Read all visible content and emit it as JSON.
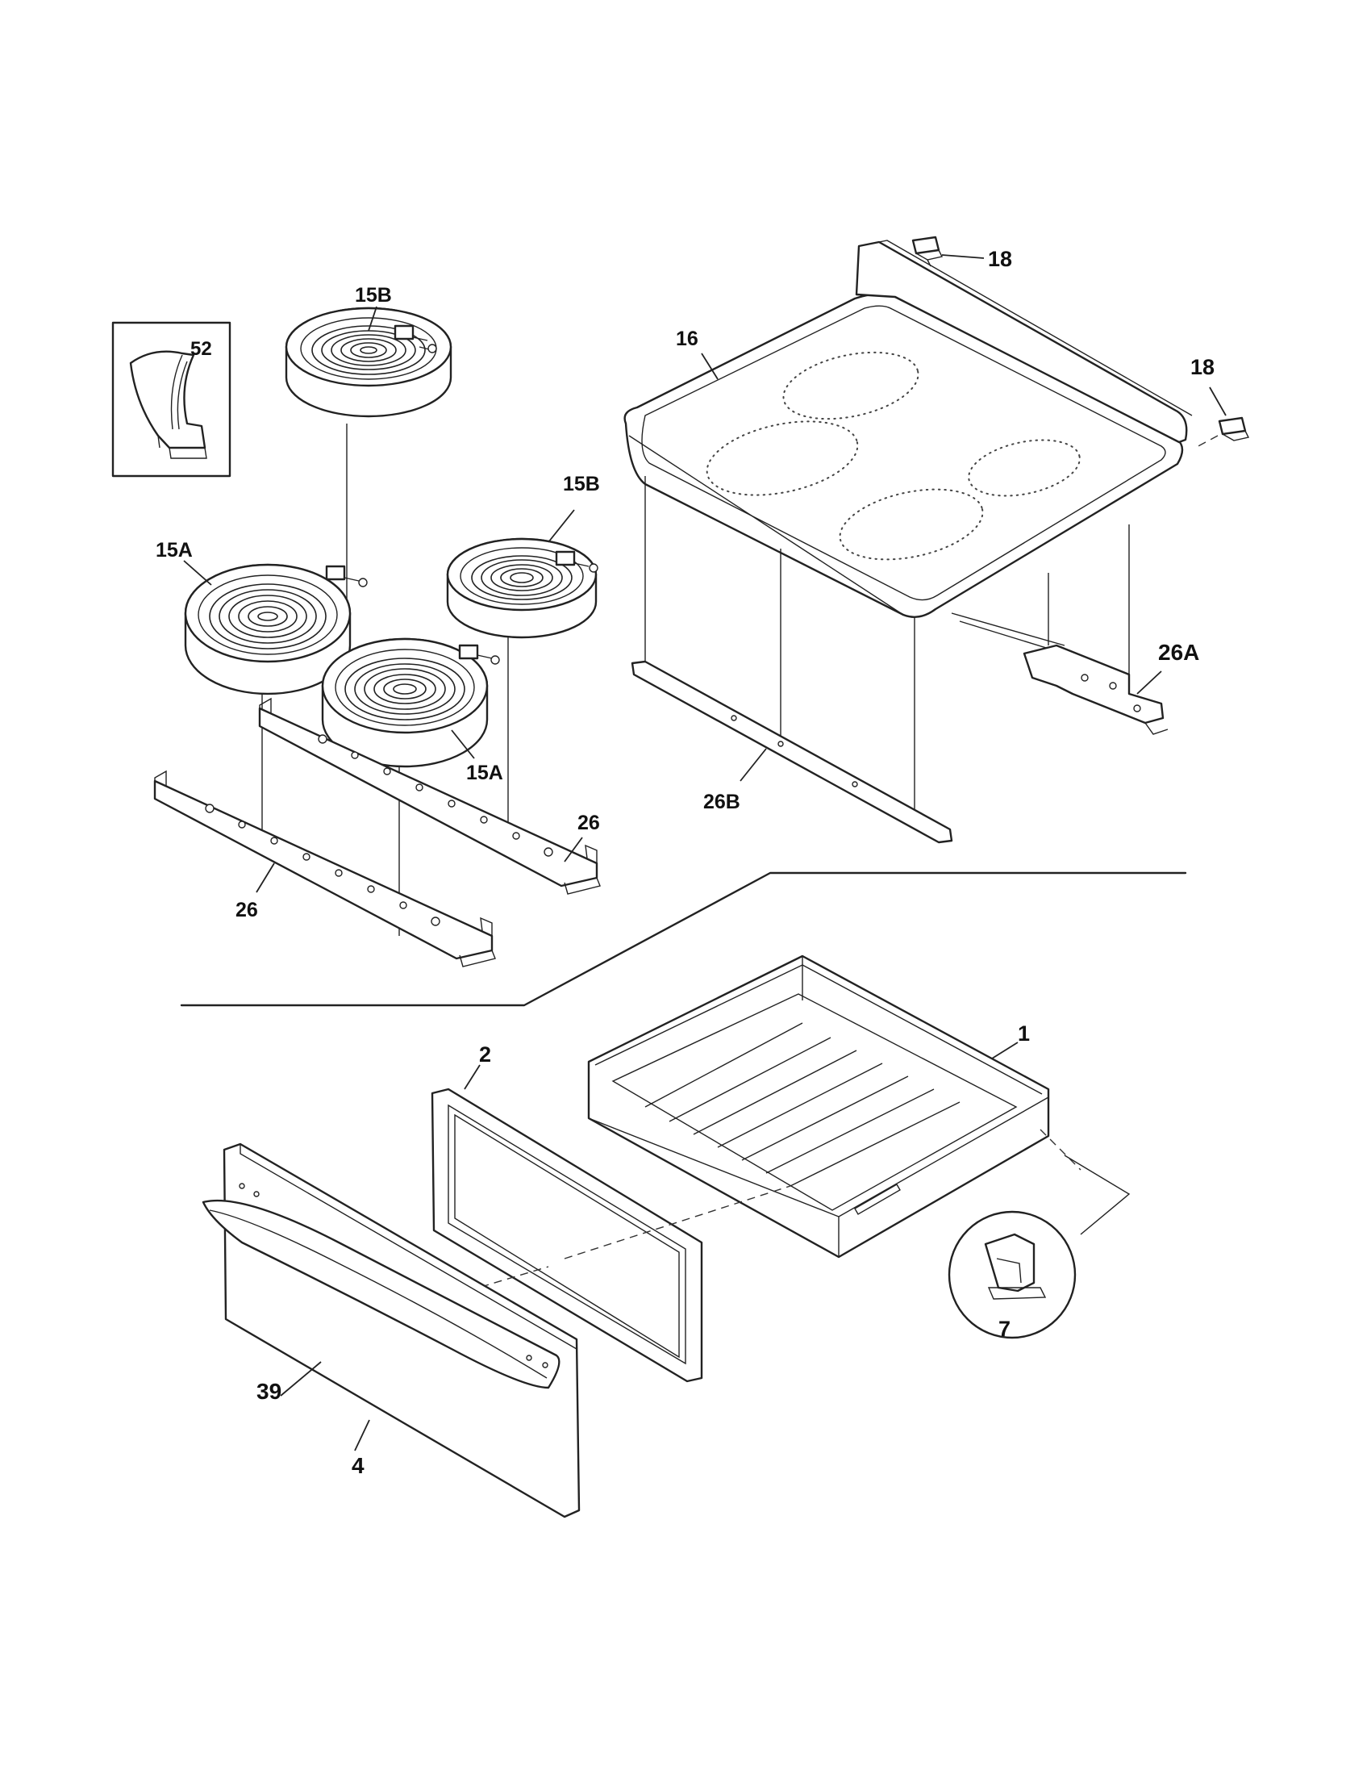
{
  "callouts": {
    "c52": "52",
    "c15b_rear": "15B",
    "c15b_right": "15B",
    "c15a_left": "15A",
    "c15a_front": "15A",
    "c26_rear": "26",
    "c26_front": "26",
    "c16": "16",
    "c18_top": "18",
    "c18_right": "18",
    "c26a": "26A",
    "c26b": "26B",
    "c1": "1",
    "c2": "2",
    "c7": "7",
    "c39": "39",
    "c4": "4"
  }
}
